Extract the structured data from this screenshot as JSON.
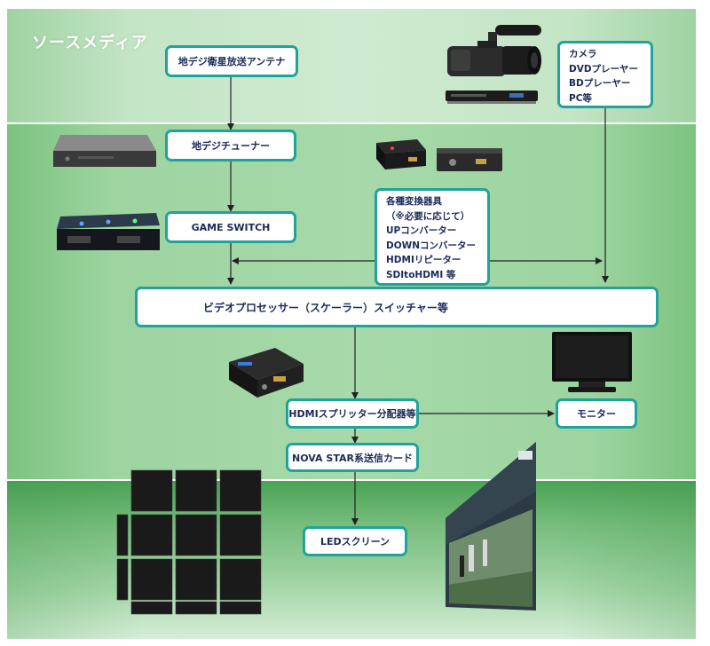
{
  "section_title": "ソースメディア",
  "nodes": {
    "antenna": "地デジ衛星放送アンテナ",
    "tuner": "地デジチューナー",
    "game_switch": "GAME SWITCH",
    "processor": "ビデオプロセッサー（スケーラー）スイッチャー等",
    "splitter": "HDMIスプリッター分配器等",
    "monitor": "モニター",
    "sender_card": "NOVA STAR系送信カード",
    "led_screen": "LEDスクリーン"
  },
  "camera_sources": [
    "カメラ",
    "DVDプレーヤー",
    "BDプレーヤー",
    "PC等"
  ],
  "converters": [
    "各種変換器具",
    "（※必要に応じて）",
    "UPコンバーター",
    "DOWNコンバーター",
    "HDMIリピーター",
    "SDItoHDMI 等"
  ],
  "colors": {
    "box_border": "#1fa39a",
    "box_text": "#1a2a5a",
    "title_text": "#ffffff",
    "arrow": "#222222"
  },
  "device_icons": [
    "camcorder-icon",
    "disc-player-icon",
    "tuner-box-icon",
    "game-switch-icon",
    "converter-small-icon",
    "converter-box-icon",
    "video-processor-icon",
    "hdmi-splitter-icon",
    "tv-monitor-icon",
    "led-panel-grid-icon",
    "led-screen-icon"
  ]
}
